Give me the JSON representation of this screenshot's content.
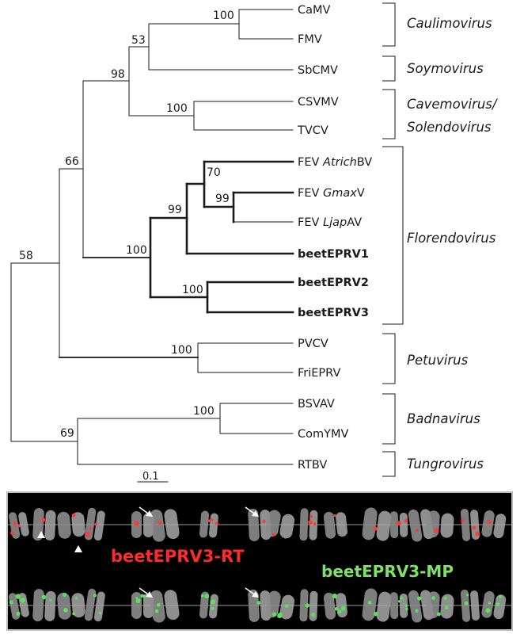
{
  "tips": [
    {
      "id": "camv",
      "label": "CaMV",
      "bold": false
    },
    {
      "id": "fmv",
      "label": "FMV",
      "bold": false
    },
    {
      "id": "sbcmv",
      "label": "SbCMV",
      "bold": false
    },
    {
      "id": "csvmv",
      "label": "CSVMV",
      "bold": false
    },
    {
      "id": "tvcv",
      "label": "TVCV",
      "bold": false
    },
    {
      "id": "fev_atrich",
      "label_prefix": "FEV ",
      "label_italic": "Atrich",
      "label_suffix": "BV",
      "bold": false
    },
    {
      "id": "fev_gmax",
      "label_prefix": "FEV ",
      "label_italic": "Gmax",
      "label_suffix": "V",
      "bold": false
    },
    {
      "id": "fev_ljap",
      "label_prefix": "FEV ",
      "label_italic": "Ljap",
      "label_suffix": "AV",
      "bold": false
    },
    {
      "id": "beetEPRV1",
      "label": "beetEPRV1",
      "bold": true
    },
    {
      "id": "beetEPRV2",
      "label": "beetEPRV2",
      "bold": true
    },
    {
      "id": "beetEPRV3",
      "label": "beetEPRV3",
      "bold": true
    },
    {
      "id": "pvcv",
      "label": "PVCV",
      "bold": false
    },
    {
      "id": "frieprv",
      "label": "FriEPRV",
      "bold": false
    },
    {
      "id": "bsvav",
      "label": "BSVAV",
      "bold": false
    },
    {
      "id": "comymv",
      "label": "ComYMV",
      "bold": false
    },
    {
      "id": "rtbv",
      "label": "RTBV",
      "bold": false
    }
  ],
  "bootstrap": {
    "camv_fmv": "100",
    "caul_soy": "53",
    "caul_soy_cave": "98",
    "cave": "100",
    "fev_gmax_ljap": "99",
    "fev_all": "70",
    "fev_beet1": "99",
    "beet2_3": "100",
    "florendovirus": "100",
    "upper_clade": "66",
    "petuvirus": "100",
    "root": "58",
    "badnavirus": "100",
    "bad_tungro": "69"
  },
  "genera": [
    {
      "id": "caulimovirus",
      "label": "Caulimovirus"
    },
    {
      "id": "soymovirus",
      "label": "Soymovirus"
    },
    {
      "id": "cavemovirus",
      "label": "Cavemovirus/"
    },
    {
      "id": "solendovirus",
      "label": "Solendovirus"
    },
    {
      "id": "florendovirus",
      "label": "Florendovirus"
    },
    {
      "id": "petuvirus",
      "label": "Petuvirus"
    },
    {
      "id": "badnavirus",
      "label": "Badnavirus"
    },
    {
      "id": "tungrovirus",
      "label": "Tungrovirus"
    }
  ],
  "scale_bar": {
    "label": "0.1"
  },
  "probes": {
    "rt": {
      "label": "beetEPRV3-RT",
      "color": "#ff2a2a"
    },
    "mp": {
      "label": "beetEPRV3-MP",
      "color": "#7fe06a"
    }
  },
  "colors": {
    "branch": "#1a1a1a",
    "signal_red": "#ff3030",
    "signal_green": "#5de05a"
  }
}
